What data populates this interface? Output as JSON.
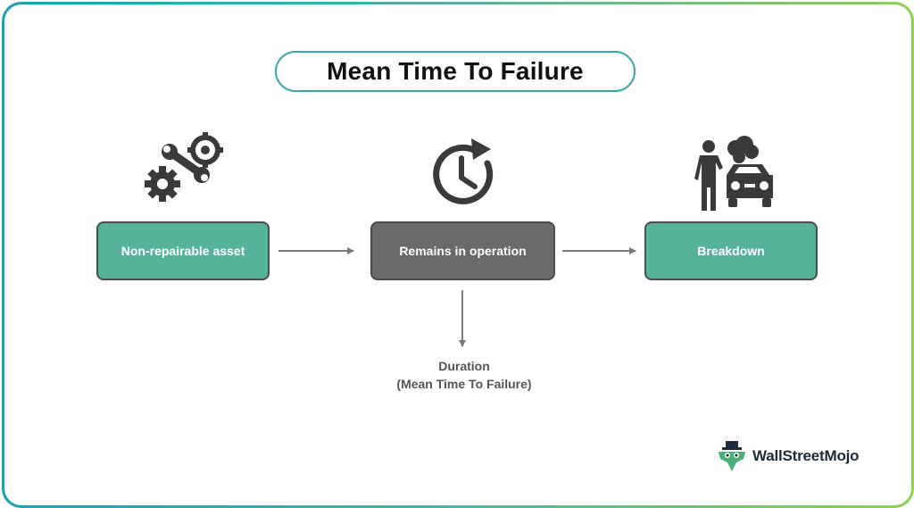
{
  "title": "Mean Time To Failure",
  "steps": [
    {
      "label": "Non-repairable asset",
      "icon": "gear-wrench-icon"
    },
    {
      "label": "Remains in operation",
      "icon": "clock-icon"
    },
    {
      "label": "Breakdown",
      "icon": "broken-car-icon"
    }
  ],
  "duration": {
    "line1": "Duration",
    "line2": "(Mean Time To Failure)"
  },
  "brand": {
    "name": "WallStreetMojo"
  },
  "colors": {
    "teal": "#56b39a",
    "grey": "#6b6a68",
    "icon": "#3a3a3a",
    "pill_border": "#3aa6a6"
  }
}
